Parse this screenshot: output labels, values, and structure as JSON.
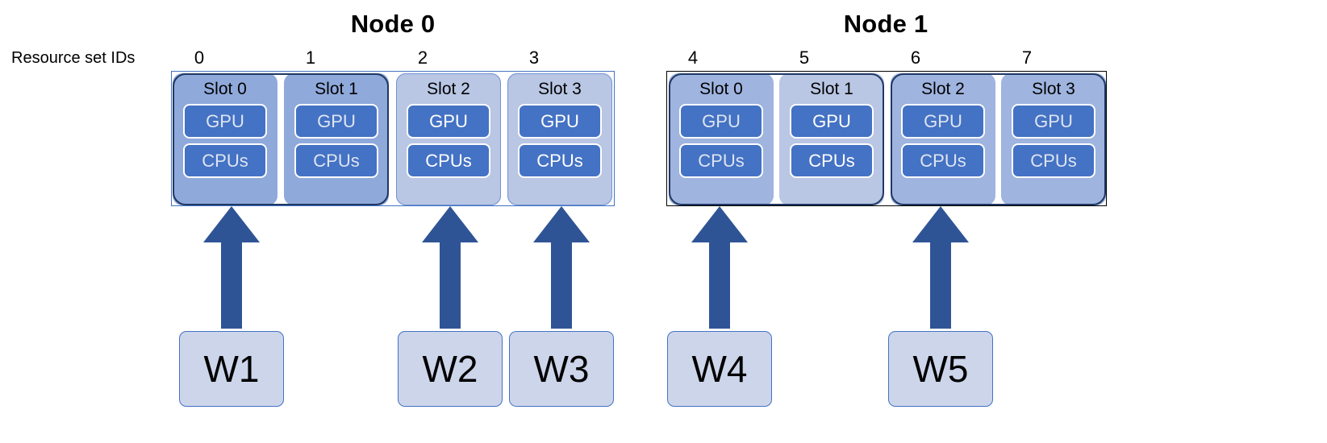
{
  "diagram": {
    "resource_set_label": "Resource set IDs",
    "colors": {
      "gpu_box": "#4472C4",
      "group_outline": "#1F3864",
      "arrow": "#2F5496",
      "worker_fill": "#CDD5EA",
      "node0_frame": "#4472C4",
      "node1_frame": "#000000"
    },
    "nodes": [
      {
        "title": "Node 0",
        "slots": [
          {
            "label": "Slot 0",
            "resource_set_id": "0",
            "resources": [
              "GPU",
              "CPUs"
            ]
          },
          {
            "label": "Slot 1",
            "resource_set_id": "1",
            "resources": [
              "GPU",
              "CPUs"
            ]
          },
          {
            "label": "Slot 2",
            "resource_set_id": "2",
            "resources": [
              "GPU",
              "CPUs"
            ]
          },
          {
            "label": "Slot 3",
            "resource_set_id": "3",
            "resources": [
              "GPU",
              "CPUs"
            ]
          }
        ]
      },
      {
        "title": "Node 1",
        "slots": [
          {
            "label": "Slot 0",
            "resource_set_id": "4",
            "resources": [
              "GPU",
              "CPUs"
            ]
          },
          {
            "label": "Slot 1",
            "resource_set_id": "5",
            "resources": [
              "GPU",
              "CPUs"
            ]
          },
          {
            "label": "Slot 2",
            "resource_set_id": "6",
            "resources": [
              "GPU",
              "CPUs"
            ]
          },
          {
            "label": "Slot 3",
            "resource_set_id": "7",
            "resources": [
              "GPU",
              "CPUs"
            ]
          }
        ]
      }
    ],
    "workers": [
      {
        "label": "W1"
      },
      {
        "label": "W2"
      },
      {
        "label": "W3"
      },
      {
        "label": "W4"
      },
      {
        "label": "W5"
      }
    ]
  }
}
